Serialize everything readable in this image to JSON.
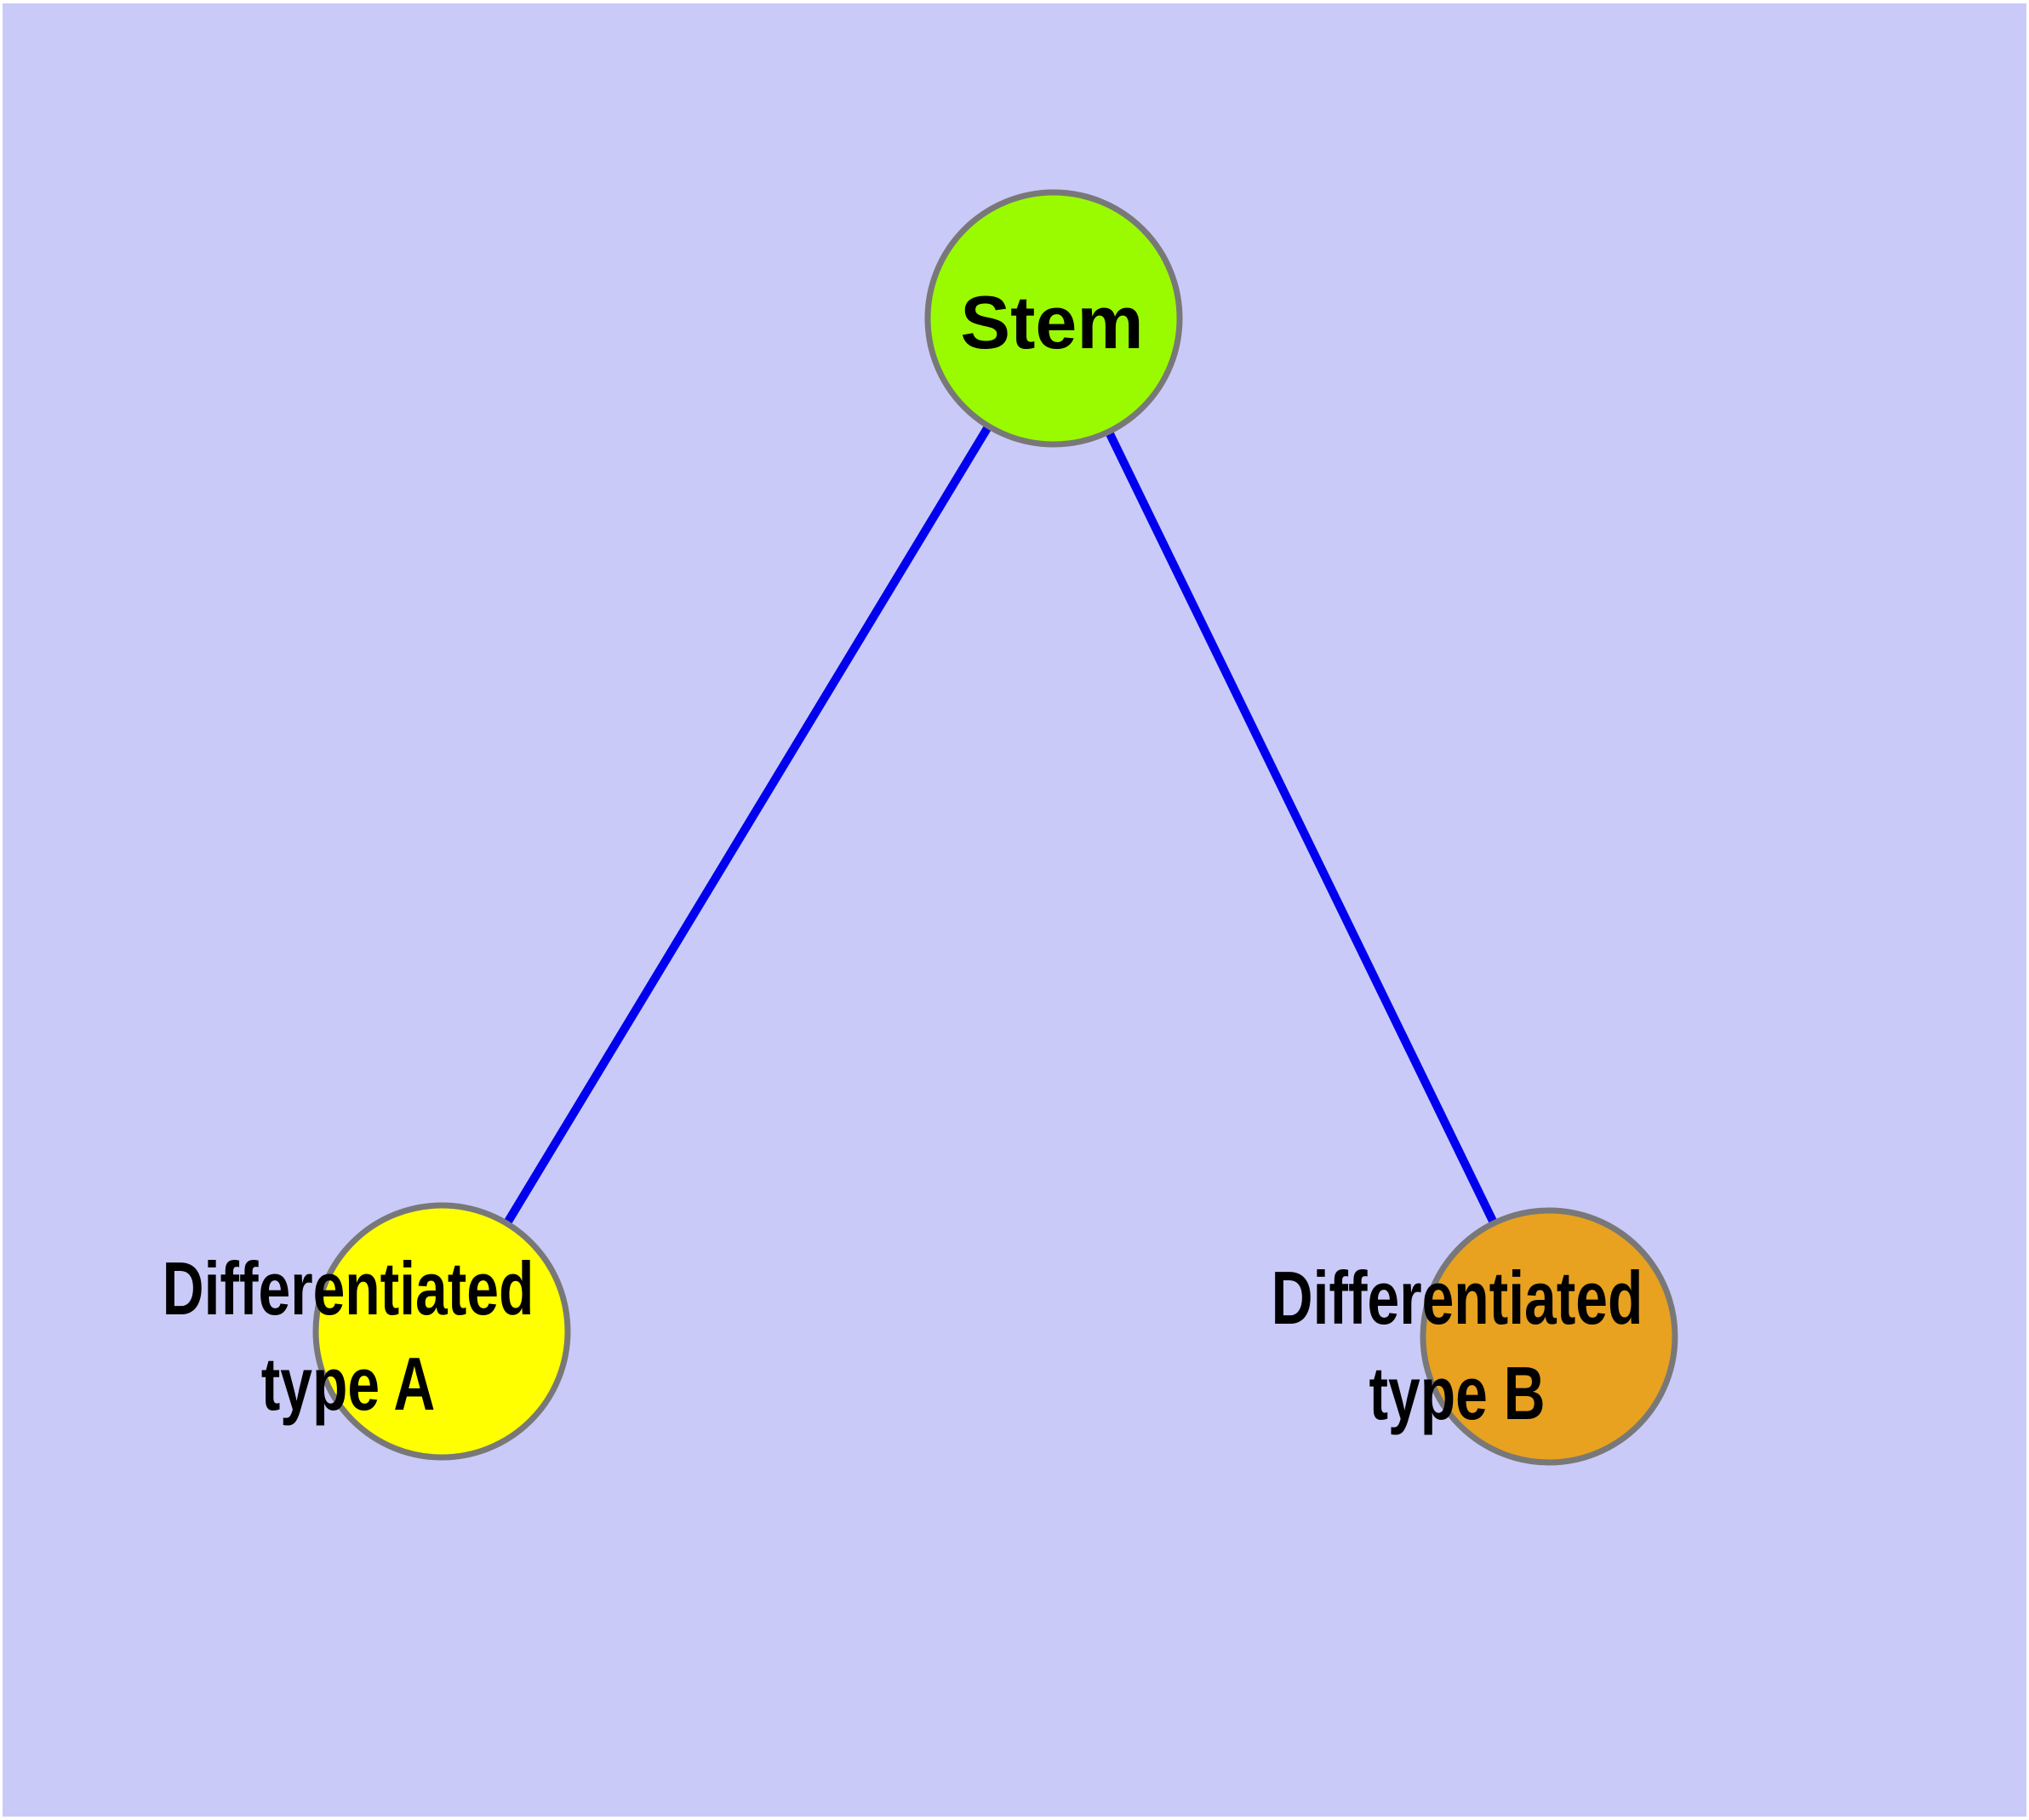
{
  "diagram": {
    "background_color": "#cacaf8",
    "page_margin_color": "#ffffff",
    "edge_color": "#0000ee",
    "node_border_color": "#787878",
    "label_text_color": "#000000",
    "nodes": [
      {
        "id": "stem",
        "label_lines": [
          "Stem"
        ],
        "color": "#9afb00"
      },
      {
        "id": "type-a",
        "label_lines": [
          "Differentiated",
          "type A"
        ],
        "color": "#ffff00"
      },
      {
        "id": "type-b",
        "label_lines": [
          "Differentiated",
          "type B"
        ],
        "color": "#e8a220"
      }
    ],
    "edges": [
      {
        "from": "stem",
        "to": "type-a"
      },
      {
        "from": "stem",
        "to": "type-b"
      }
    ]
  }
}
